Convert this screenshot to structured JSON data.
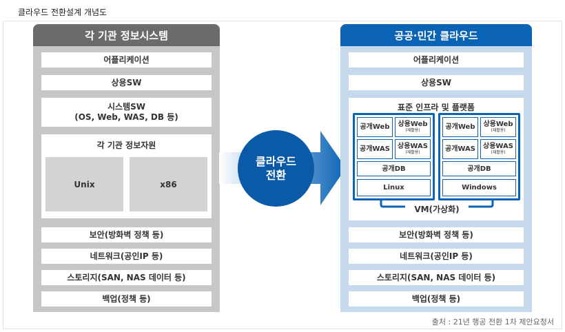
{
  "page_title": "클라우드 전환설계 개념도",
  "source": "출처 : 21년 행공 전환 1차 제안요청서",
  "center": {
    "line1": "클라우드",
    "line2": "전환"
  },
  "left": {
    "title": "각 기관 정보시스템",
    "application": "어플리케이션",
    "commercial_sw": "상용SW",
    "system_sw_line1": "시스템SW",
    "system_sw_line2": "(OS, Web, WAS, DB 등)",
    "resources_title": "각 기관 정보자원",
    "resource_unix": "Unix",
    "resource_x86": "x86",
    "security": "보안(방화벽 정책 등)",
    "network": "네트워크(공인IP 등)",
    "storage": "스토리지(SAN, NAS 데이터 등)",
    "backup": "백업(정책 등)"
  },
  "right": {
    "title": "공공·민간 클라우드",
    "application": "어플리케이션",
    "commercial_sw": "상용SW",
    "platform_title": "표준 인프라 및 플랫폼",
    "vm_label": "VM(가상화)",
    "vm_left": {
      "public_web": "공개Web",
      "commercial_web": "상용Web",
      "commercial_web_note": "(재활용)",
      "public_was": "공개WAS",
      "commercial_was": "상용WAS",
      "commercial_was_note": "(재활용)",
      "public_db": "공개DB",
      "os": "Linux"
    },
    "vm_right": {
      "public_web": "공개Web",
      "commercial_web": "상용Web",
      "commercial_web_note": "(재활용)",
      "public_was": "공개WAS",
      "commercial_was": "상용WAS",
      "commercial_was_note": "(재활용)",
      "public_db": "공개DB",
      "os": "Windows"
    },
    "security": "보안(방화벽 정책 등)",
    "network": "네트워크(공인IP 등)",
    "storage": "스토리지(SAN, NAS 데이터 등)",
    "backup": "백업(정책 등)"
  },
  "colors": {
    "brand_blue": "#0b63b5",
    "gray_header": "#6b6b6b",
    "gray_panel": "#c7c7c7",
    "blue_panel": "#c6d9ec"
  }
}
